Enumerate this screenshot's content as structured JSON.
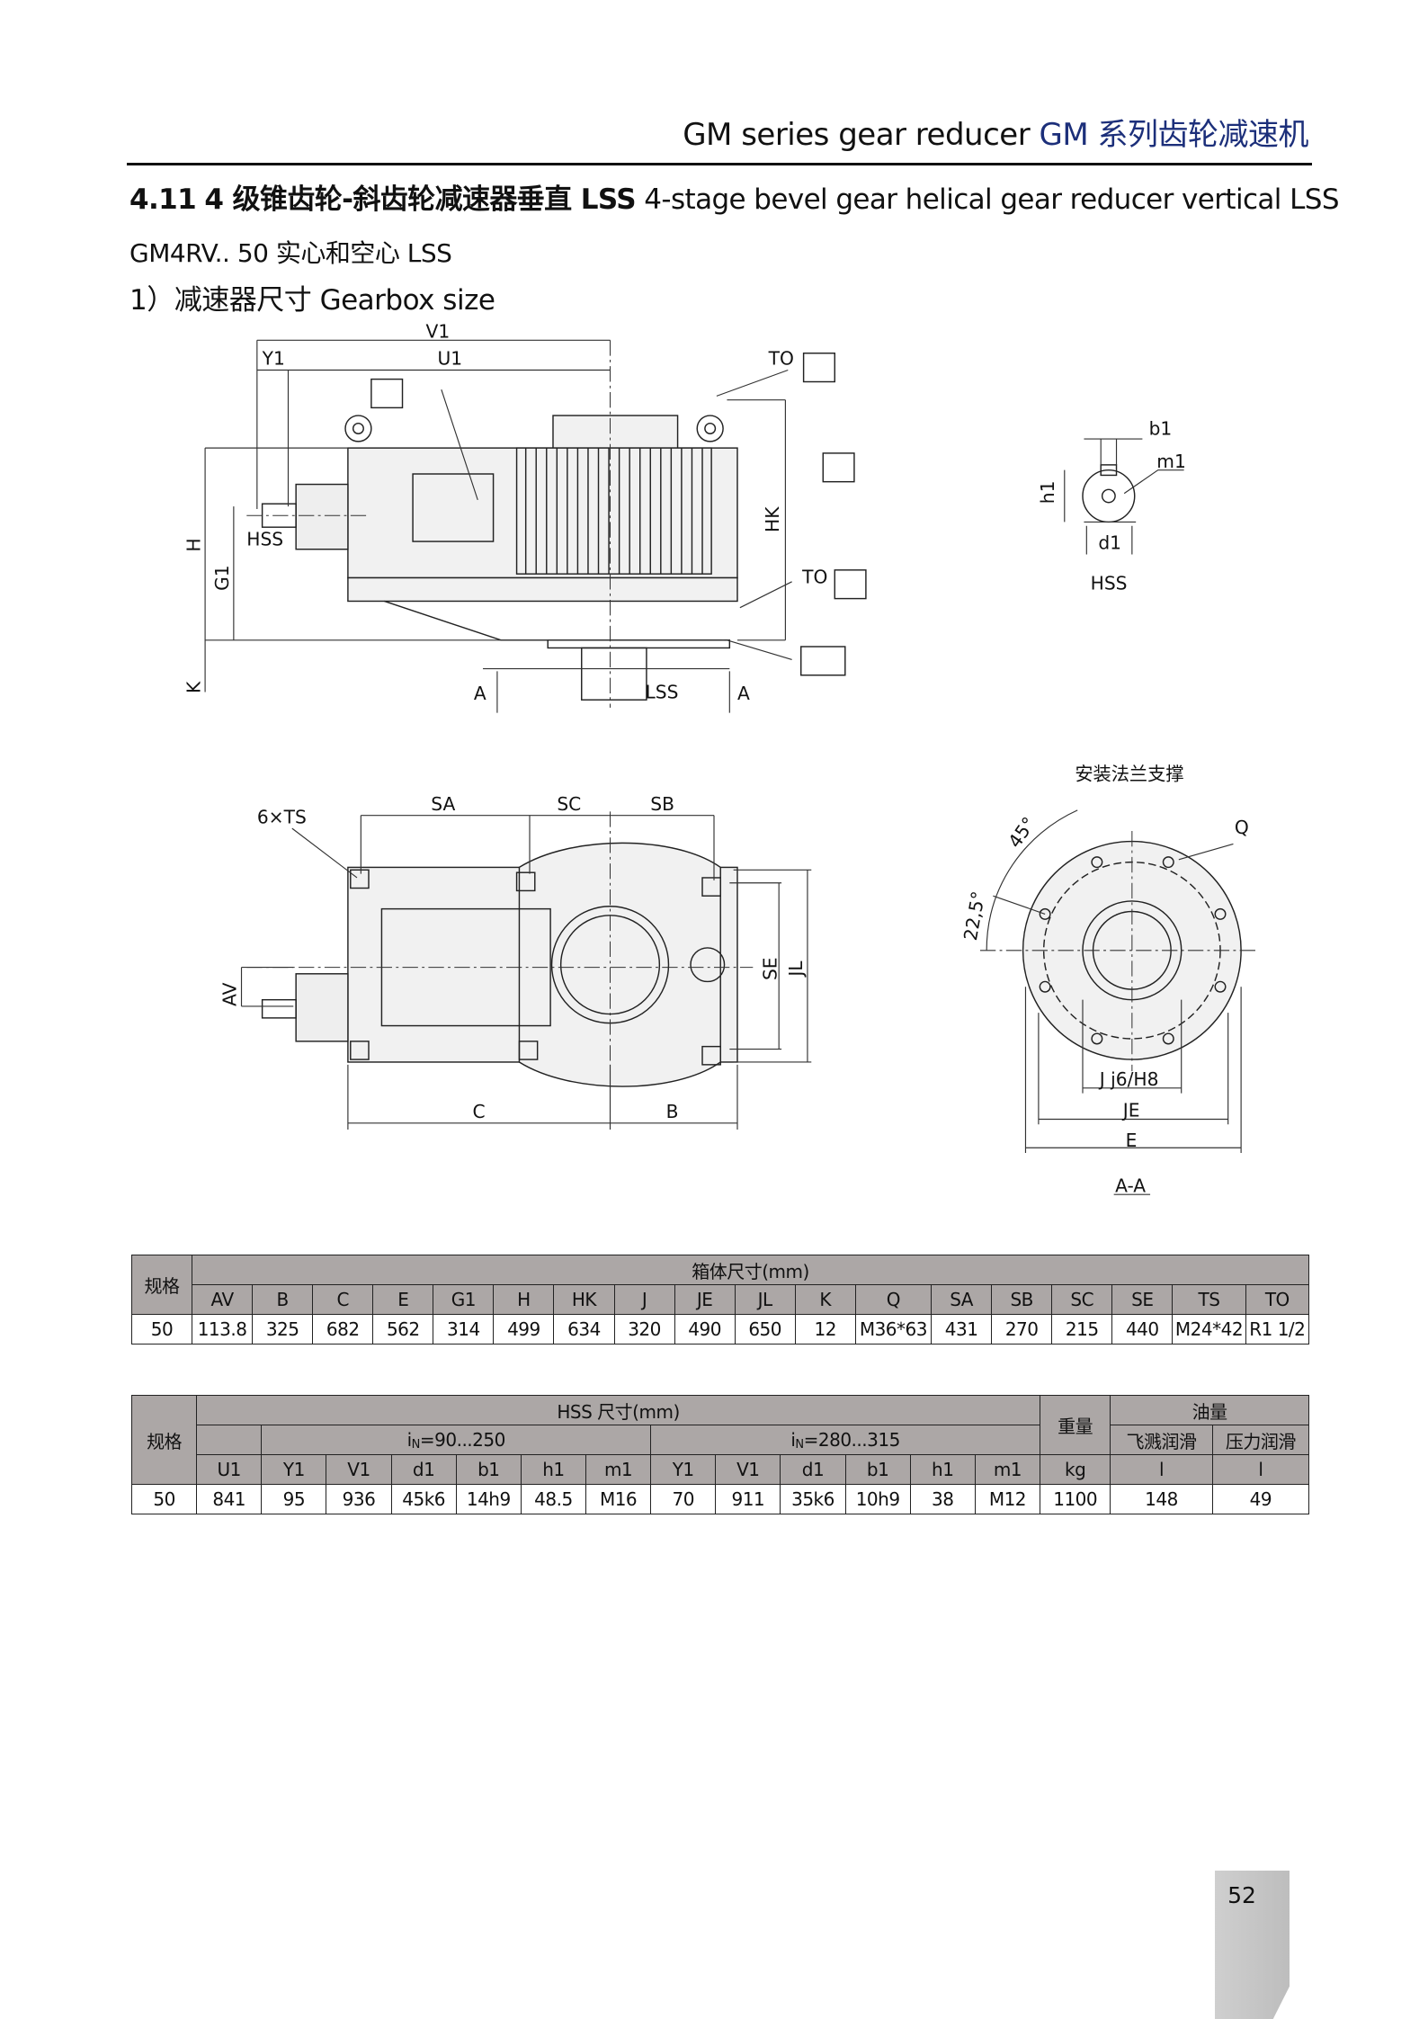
{
  "header": {
    "title_en": "GM series gear reducer",
    "title_cn": "GM 系列齿轮减速机"
  },
  "section": {
    "number": "4.11",
    "title_cn": "4 级锥齿轮-斜齿轮减速器垂直 LSS",
    "title_en": "4-stage bevel gear helical gear reducer vertical LSS"
  },
  "model_line": "GM4RV.. 50  实心和空心 LSS",
  "subsection": "1）减速器尺寸  Gearbox size",
  "drawing_labels": {
    "side": {
      "V1": "V1",
      "U1": "U1",
      "Y1": "Y1",
      "TO_top": "TO",
      "TO_mid": "TO",
      "HK": "HK",
      "HSS": "HSS",
      "H": "H",
      "G1": "G1",
      "K": "K",
      "A_left": "A",
      "LSS": "LSS",
      "A_right": "A"
    },
    "shaft": {
      "b1": "b1",
      "m1": "m1",
      "h1": "h1",
      "d1": "d1",
      "HSS": "HSS"
    },
    "top": {
      "TS": "6×TS",
      "SA": "SA",
      "SC": "SC",
      "SB": "SB",
      "AV": "AV",
      "SE": "SE",
      "JL": "JL",
      "C": "C",
      "B": "B"
    },
    "flange": {
      "title": "安装法兰支撑",
      "Q": "Q",
      "angle45": "45°",
      "angle22": "22,5°",
      "J": "J j6/H8",
      "JE": "JE",
      "E": "E",
      "section": "A-A"
    }
  },
  "table1": {
    "spec_header": "规格",
    "group_header": "箱体尺寸(mm)",
    "columns": [
      "AV",
      "B",
      "C",
      "E",
      "G1",
      "H",
      "HK",
      "J",
      "JE",
      "JL",
      "K",
      "Q",
      "SA",
      "SB",
      "SC",
      "SE",
      "TS",
      "TO"
    ],
    "rows": [
      [
        "50",
        "113.8",
        "325",
        "682",
        "562",
        "314",
        "499",
        "634",
        "320",
        "490",
        "650",
        "12",
        "M36*63",
        "431",
        "270",
        "215",
        "440",
        "M24*42",
        "R1 1/2"
      ]
    ]
  },
  "table2": {
    "spec_header": "规格",
    "hss_header": "HSS 尺寸(mm)",
    "range1": "=90...250",
    "range2": "=280...315",
    "range_prefix": "i",
    "range_sub": "N",
    "weight_header": "重量",
    "oil_header": "油量",
    "oil_splash": "飞溅润滑",
    "oil_pressure": "压力润滑",
    "columns": [
      "U1",
      "Y1",
      "V1",
      "d1",
      "b1",
      "h1",
      "m1",
      "Y1",
      "V1",
      "d1",
      "b1",
      "h1",
      "m1",
      "kg",
      "l",
      "l"
    ],
    "rows": [
      [
        "50",
        "841",
        "95",
        "936",
        "45k6",
        "14h9",
        "48.5",
        "M16",
        "70",
        "911",
        "35k6",
        "10h9",
        "38",
        "M12",
        "1100",
        "148",
        "49"
      ]
    ]
  },
  "page_number": "52",
  "colors": {
    "accent_blue": "#1c2f7a",
    "table_header": "#aca7a6"
  }
}
